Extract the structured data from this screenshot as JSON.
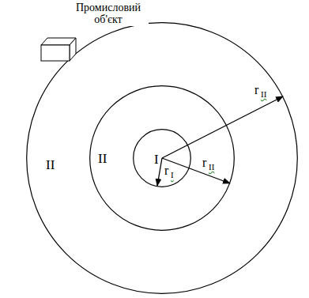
{
  "diagram": {
    "nodes": [
      {
        "text": [
          "II"
        ]
      },
      {
        "text": [
          "II"
        ],
        "in": 0
      },
      {
        "text": [
          "I"
        ],
        "in": 1
      },
      {
        "text": [
          "Промисловий об'єкт"
        ]
      }
    ],
    "labels": [
      "r",
      "I",
      "r",
      "II",
      "r",
      "II"
    ]
  }
}
